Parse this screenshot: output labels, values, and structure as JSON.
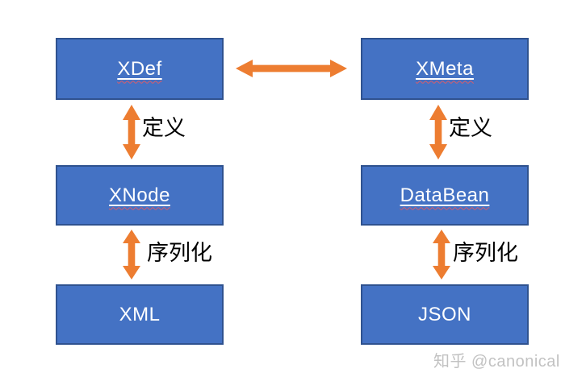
{
  "diagram": {
    "columns": [
      {
        "id": "left",
        "boxes": [
          {
            "label": "XDef",
            "underlined": true
          },
          {
            "label": "XNode",
            "underlined": true
          },
          {
            "label": "XML",
            "underlined": false
          }
        ]
      },
      {
        "id": "right",
        "boxes": [
          {
            "label": "XMeta",
            "underlined": true
          },
          {
            "label": "DataBean",
            "underlined": true
          },
          {
            "label": "JSON",
            "underlined": false
          }
        ]
      }
    ],
    "edges": {
      "horizontal": {
        "from": "XDef",
        "to": "XMeta",
        "label": ""
      },
      "left": [
        {
          "from": "XDef",
          "to": "XNode",
          "label": "定义"
        },
        {
          "from": "XNode",
          "to": "XML",
          "label": "序列化"
        }
      ],
      "right": [
        {
          "from": "XMeta",
          "to": "DataBean",
          "label": "定义"
        },
        {
          "from": "DataBean",
          "to": "JSON",
          "label": "序列化"
        }
      ]
    },
    "colors": {
      "box_fill": "#4472C4",
      "box_border": "#2F528F",
      "arrow": "#ED7D31",
      "box_text": "#FFFFFF",
      "label_text": "#000000",
      "spellcheck_underline": "#D95C6A",
      "watermark": "#C2C2C2",
      "background": "#FFFFFF"
    }
  },
  "watermark": {
    "text": "知乎 @canonical"
  }
}
